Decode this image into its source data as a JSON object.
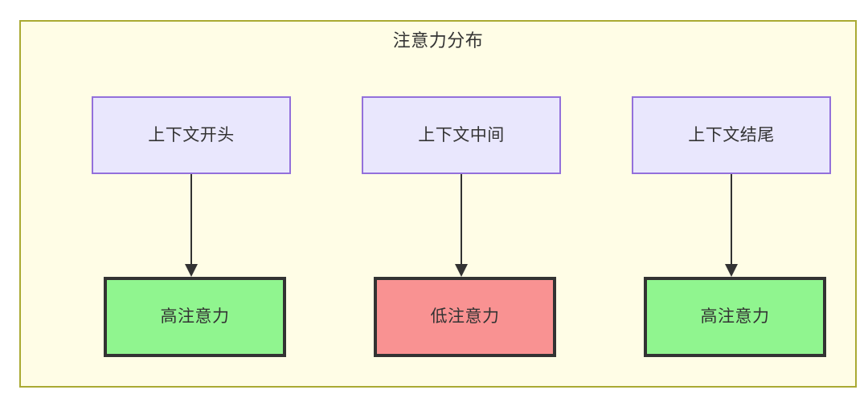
{
  "diagram": {
    "title": "注意力分布",
    "type": "flowchart",
    "colors": {
      "frame_background": "#fffde6",
      "frame_border": "#aaaa33",
      "top_node_background": "#e9e7fd",
      "top_node_border": "#9370db",
      "high_attention_background": "#90f58f",
      "low_attention_background": "#f99292",
      "bottom_node_border": "#333333",
      "edge": "#333333",
      "text": "#333333"
    },
    "top_nodes": [
      {
        "id": "context-start",
        "label": "上下文开头"
      },
      {
        "id": "context-middle",
        "label": "上下文中间"
      },
      {
        "id": "context-end",
        "label": "上下文结尾"
      }
    ],
    "bottom_nodes": [
      {
        "id": "high-attention-start",
        "label": "高注意力",
        "level": "high"
      },
      {
        "id": "low-attention-middle",
        "label": "低注意力",
        "level": "low"
      },
      {
        "id": "high-attention-end",
        "label": "高注意力",
        "level": "high"
      }
    ],
    "edges": [
      {
        "from": "context-start",
        "to": "high-attention-start",
        "arrow": "down-arrow"
      },
      {
        "from": "context-middle",
        "to": "low-attention-middle",
        "arrow": "down-arrow"
      },
      {
        "from": "context-end",
        "to": "high-attention-end",
        "arrow": "down-arrow"
      }
    ]
  }
}
